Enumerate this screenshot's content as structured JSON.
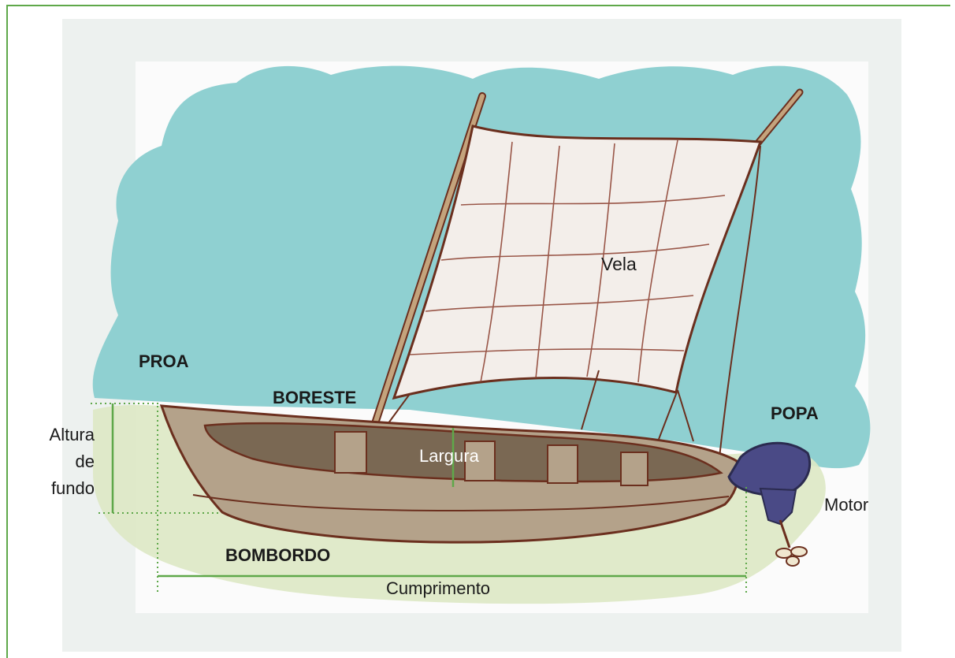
{
  "labels": {
    "proa": "PROA",
    "boreste": "BORESTE",
    "popa": "POPA",
    "bombordo": "BOMBORDO",
    "vela": "Vela",
    "largura": "Largura",
    "motor": "Motor",
    "cumprimento": "Cumprimento",
    "altura_line1": "Altura",
    "altura_line2": "de",
    "altura_line3": "fundo"
  },
  "colors": {
    "frame_green": "#5fa84a",
    "sky": "#8fd0d1",
    "ground": "#dde8c4",
    "hull": "#b4a28a",
    "hull_inner": "#7a6853",
    "outline": "#6b2f1e",
    "sail": "#f3eeea",
    "motor": "#4a4a86"
  }
}
